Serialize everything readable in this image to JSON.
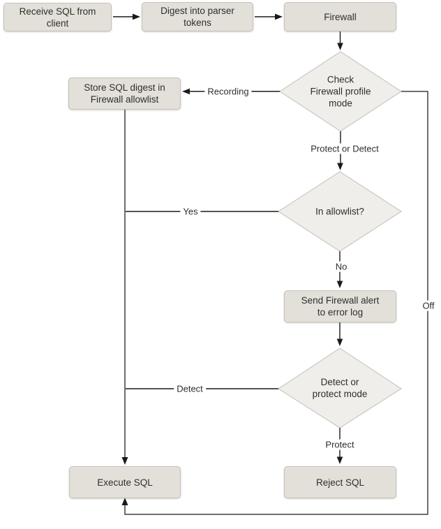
{
  "figure": {
    "nodes": {
      "receive_sql": {
        "label": "Receive SQL from\nclient"
      },
      "digest": {
        "label": "Digest into parser\ntokens"
      },
      "firewall": {
        "label": "Firewall"
      },
      "check_profile_mode": {
        "label": "Check\nFirewall profile\nmode"
      },
      "store_digest": {
        "label": "Store SQL digest in\nFirewall allowlist"
      },
      "in_allowlist": {
        "label": "In allowlist?"
      },
      "send_alert": {
        "label": "Send Firewall alert\nto error log"
      },
      "detect_or_protect_mode": {
        "label": "Detect or\nprotect mode"
      },
      "execute_sql": {
        "label": "Execute SQL"
      },
      "reject_sql": {
        "label": "Reject SQL"
      }
    },
    "edge_labels": {
      "recording": "Recording",
      "protect_or_detect": "Protect or Detect",
      "yes": "Yes",
      "no": "No",
      "off": "Off",
      "detect": "Detect",
      "protect": "Protect"
    },
    "colors": {
      "process_fill": "#e3e0d9",
      "process_border": "#c7c3bb",
      "decision_fill": "#efeeea",
      "decision_border": "#ccc8c0",
      "connector_dark": "#1a1a1a",
      "connector_gray": "#6f6f6f",
      "text": "#2e2e2e",
      "background": "#ffffff"
    }
  }
}
